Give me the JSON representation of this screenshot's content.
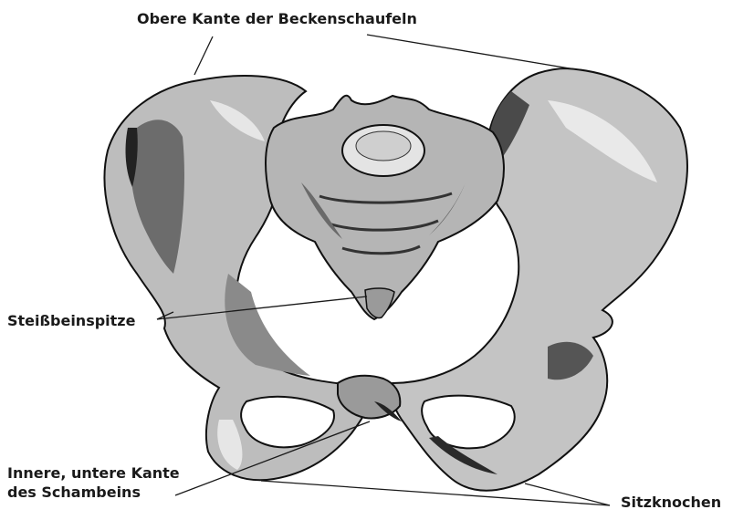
{
  "labels": {
    "iliac_crest": "Obere Kante der Beckenschaufeln",
    "coccyx_tip": "Steißbeinspitze",
    "pubis_line1": "Innere, untere Kante",
    "pubis_line2": "des Schambeins",
    "ischium": "Sitzknochen"
  },
  "colors": {
    "bone_light": "#e2e2e2",
    "bone_mid": "#9a9a9a",
    "bone_dark": "#5a5a5a",
    "bone_shadow": "#242424",
    "outline": "#111111"
  }
}
